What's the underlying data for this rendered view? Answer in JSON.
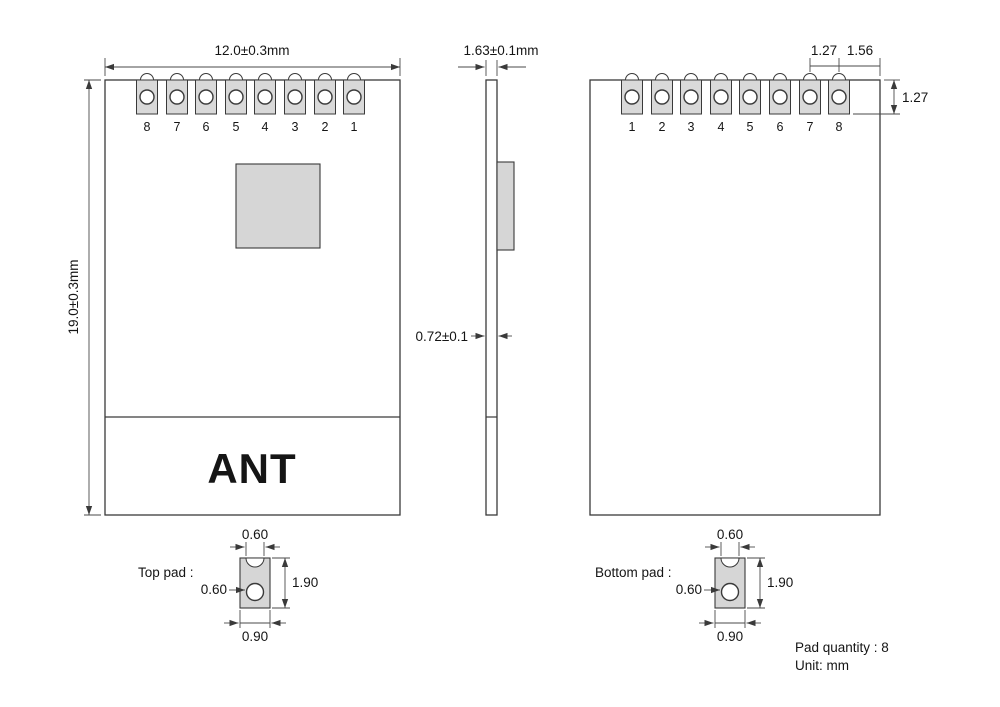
{
  "front_view": {
    "width_dim": "12.0±0.3mm",
    "height_dim": "19.0±0.3mm",
    "ant_label": "ANT",
    "pad_numbers": [
      "8",
      "7",
      "6",
      "5",
      "4",
      "3",
      "2",
      "1"
    ]
  },
  "side_view": {
    "thickness_dim": "1.63±0.1mm",
    "pcb_thickness_dim": "0.72±0.1"
  },
  "back_view": {
    "pad_numbers": [
      "1",
      "2",
      "3",
      "4",
      "5",
      "6",
      "7",
      "8"
    ],
    "pad_pitch_dim": "1.27",
    "corner_pad_dim": "1.56",
    "pad_depth_dim": "1.27"
  },
  "top_pad_detail": {
    "label": "Top pad :",
    "notch_width_dim": "0.60",
    "hole_dim": "0.60",
    "height_dim": "1.90",
    "width_dim": "0.90"
  },
  "bottom_pad_detail": {
    "label": "Bottom pad :",
    "notch_width_dim": "0.60",
    "hole_dim": "0.60",
    "height_dim": "1.90",
    "width_dim": "0.90"
  },
  "notes": {
    "pad_quantity": "Pad quantity : 8",
    "unit": "Unit:  mm"
  },
  "colors": {
    "line": "#3a3a3a",
    "pad_fill": "#d9d9d9",
    "shield_fill": "#d6d6d6"
  }
}
